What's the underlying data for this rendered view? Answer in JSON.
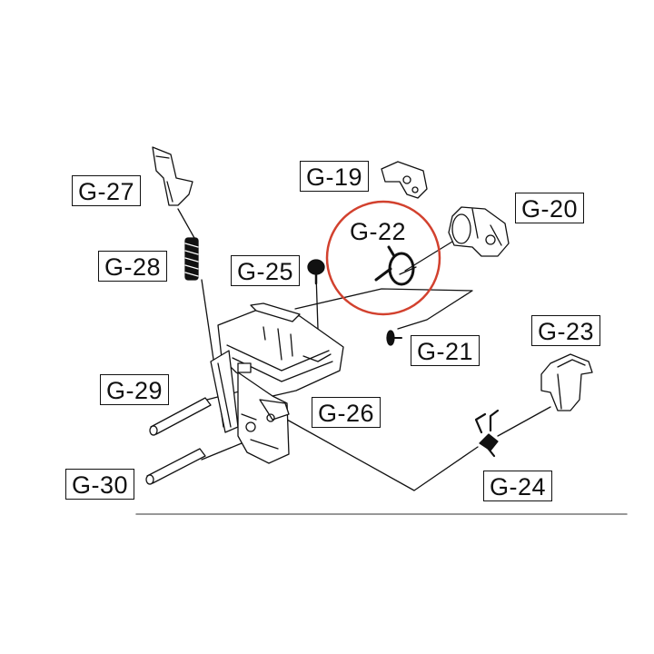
{
  "accent_color": "#d2412e",
  "highlighted_part": "G-22",
  "labels": {
    "g27": "G-27",
    "g28": "G-28",
    "g29": "G-29",
    "g30": "G-30",
    "g19": "G-19",
    "g22": "G-22",
    "g25": "G-25",
    "g20": "G-20",
    "g21": "G-21",
    "g23": "G-23",
    "g26": "G-26",
    "g24": "G-24"
  }
}
